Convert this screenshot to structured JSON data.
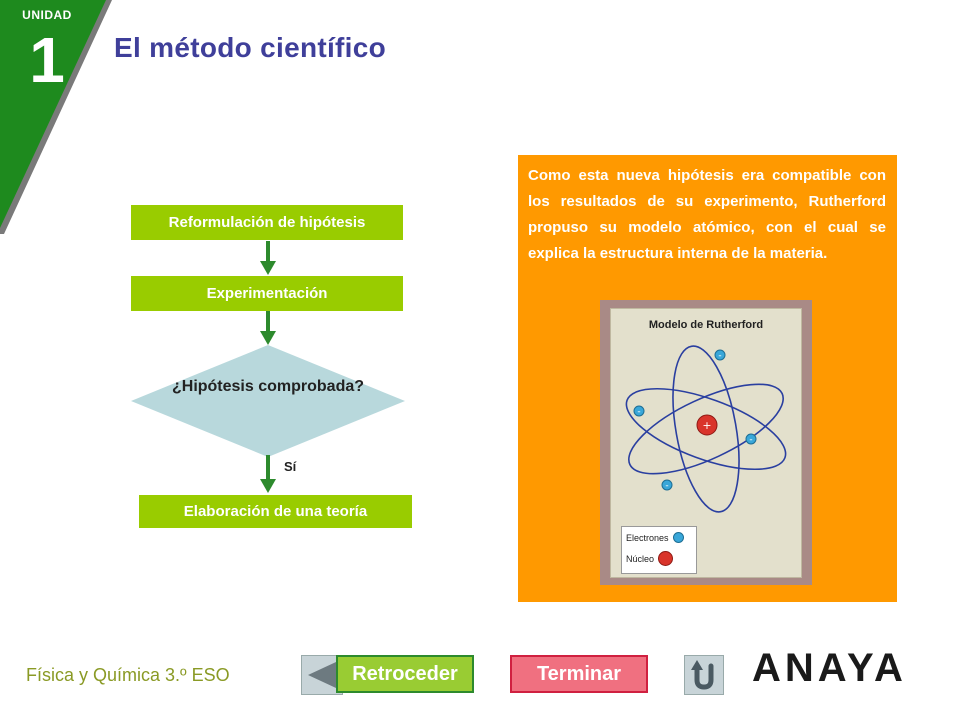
{
  "unit": {
    "label": "UNIDAD",
    "number": "1"
  },
  "title": "El método científico",
  "flowchart": {
    "step1": "Reformulación de hipótesis",
    "step2": "Experimentación",
    "decision": "¿Hipótesis comprobada?",
    "yes_label": "Sí",
    "step3": "Elaboración de una teoría"
  },
  "info_panel": {
    "text": "Como esta nueva hipótesis era compatible con los resultados de su experimento, Rutherford propuso su modelo atómico, con el cual se explica la estructura interna de la materia.",
    "figure": {
      "title": "Modelo de Rutherford",
      "legend_electrons": "Electrones",
      "legend_nucleus": "Núcleo"
    }
  },
  "footer": {
    "subject": "Física y Química 3.º ESO",
    "back_label": "Retroceder",
    "end_label": "Terminar",
    "brand": "ANAYA"
  },
  "colors": {
    "unit_green": "#1e8a1e",
    "title_blue": "#3f3f9a",
    "flow_green": "#99cc00",
    "arrow_green": "#2d8a2d",
    "decision_blue": "#b8d8dc",
    "panel_orange": "#ff9900",
    "back_green": "#99cc33",
    "end_pink": "#f07080"
  },
  "icons": {
    "prev": "left-triangle-icon",
    "return": "u-turn-arrow-icon"
  }
}
